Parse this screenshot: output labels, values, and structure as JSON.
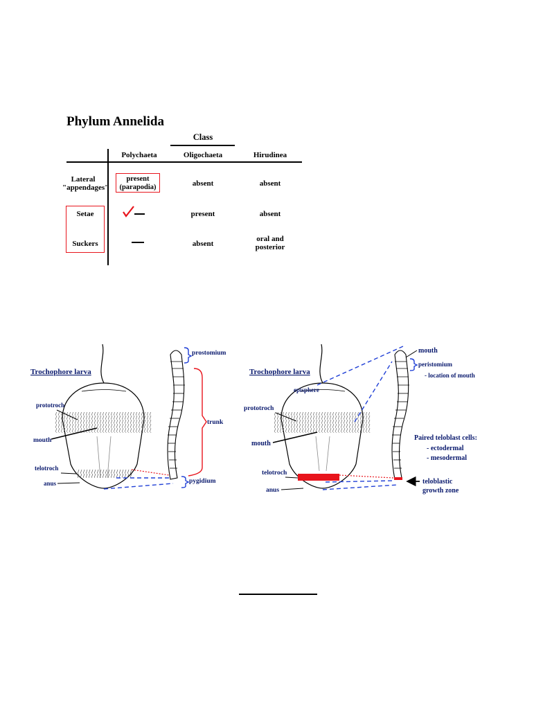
{
  "title": "Phylum Annelida",
  "table": {
    "class_label": "Class",
    "columns": [
      "Polychaeta",
      "Oligochaeta",
      "Hirudinea"
    ],
    "rows": [
      {
        "label_line1": "Lateral",
        "label_line2": "\"appendages\"",
        "values": [
          [
            "present",
            "(parapodia)"
          ],
          [
            "absent"
          ],
          [
            "absent"
          ]
        ]
      },
      {
        "label_line1": "Setae",
        "label_line2": "",
        "values": [
          [
            "—"
          ],
          [
            "present"
          ],
          [
            "absent"
          ]
        ]
      },
      {
        "label_line1": "Suckers",
        "label_line2": "",
        "values": [
          [
            "—"
          ],
          [
            "absent"
          ],
          [
            "oral and",
            "posterior"
          ]
        ]
      }
    ],
    "highlight_color": "#e8141c"
  },
  "diagram_left": {
    "heading": "Trochophore larva",
    "labels": {
      "prototroch": "prototroch",
      "mouth": "mouth",
      "telotroch": "telotroch",
      "anus": "anus",
      "prostomium": "prostomium",
      "trunk": "trunk",
      "pygidium": "pygidium"
    }
  },
  "diagram_right": {
    "heading": "Trochophore larva",
    "labels": {
      "episphere": "episphere",
      "prototroch": "prototroch",
      "mouth_larva": "mouth",
      "telotroch": "telotroch",
      "anus": "anus",
      "mouth_worm": "mouth",
      "peristomium": "peristomium",
      "location_of_mouth": "- location of mouth",
      "paired_teloblast": "Paired teloblast cells:",
      "ectodermal": "- ectodermal",
      "mesodermal": "- mesodermal",
      "growth_zone_line1": "teloblastic",
      "growth_zone_line2": "growth zone"
    }
  },
  "colors": {
    "blue": "#1f3fd6",
    "red": "#e8141c",
    "navy": "#0a1a6e"
  }
}
